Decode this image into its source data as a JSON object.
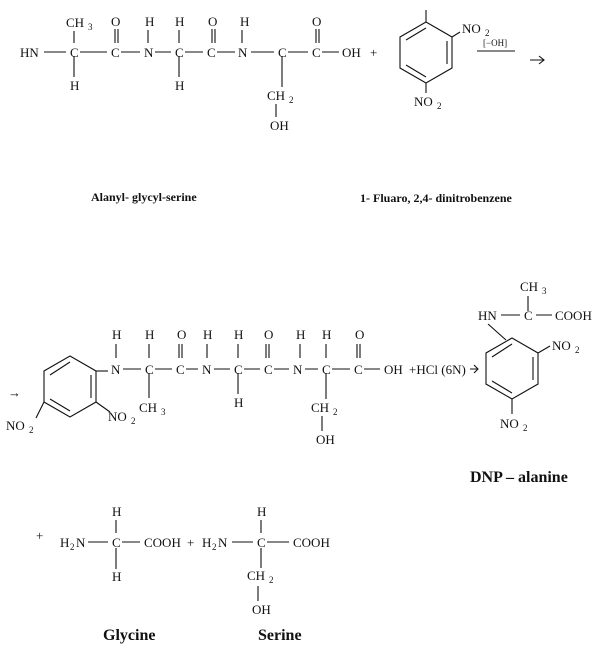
{
  "caption": {
    "reactant_peptide": "Alanyl- glycyl-serine",
    "reagent": "1- Fluaro, 2,4- dinitrobenzene",
    "product_dnp": "DNP – alanine",
    "glycine": "Glycine",
    "serine": "Serine"
  },
  "atoms": {
    "ch3": "CH",
    "ch3_sub": "3",
    "o": "O",
    "h": "H",
    "n": "N",
    "hn": "HN",
    "c": "C",
    "ch2": "CH",
    "ch2_sub": "2",
    "oh": "OH",
    "no2": "NO",
    "no2_sub": "2",
    "cooh": "COOH",
    "h2n": "H",
    "h2n_sub": "2",
    "h2n_n": "N"
  },
  "operators": {
    "plus": "+",
    "hcl": "+HCl (6N)",
    "hoh": "[−OH]",
    "arrow": "→"
  }
}
